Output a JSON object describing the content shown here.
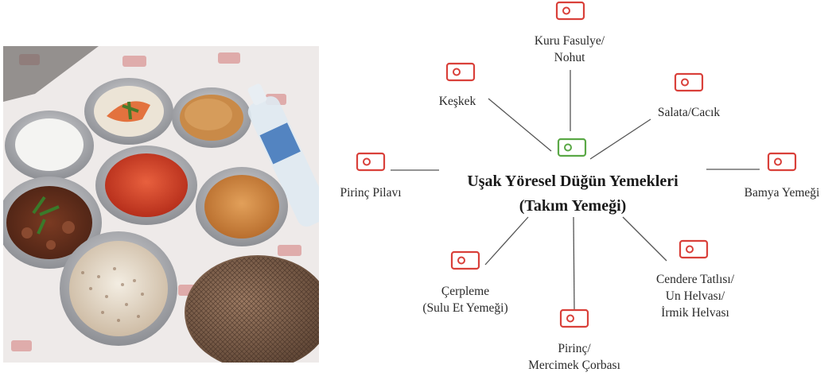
{
  "title": {
    "line1": "Uşak Yöresel Düğün Yemekleri",
    "line2": "(Takım Yemeği)"
  },
  "nodes": [
    {
      "id": "kuru-fasulye",
      "lines": [
        "Kuru Fasulye/",
        "Nohut"
      ]
    },
    {
      "id": "keskek",
      "lines": [
        "Keşkek"
      ]
    },
    {
      "id": "salata",
      "lines": [
        "Salata/Cacık"
      ]
    },
    {
      "id": "pirinc-pilavi",
      "lines": [
        "Pirinç Pilavı"
      ]
    },
    {
      "id": "bamya",
      "lines": [
        "Bamya Yemeği"
      ]
    },
    {
      "id": "cerpleme",
      "lines": [
        "Çerpleme",
        "(Sulu Et Yemeği)"
      ]
    },
    {
      "id": "cendere",
      "lines": [
        "Cendere Tatlısı/",
        "Un Helvası/",
        "İrmik Helvası"
      ]
    },
    {
      "id": "pirinc-corba",
      "lines": [
        "Pirinç/",
        "Mercimek Çorbası"
      ]
    }
  ],
  "colors": {
    "icon_red": "#d9403a",
    "icon_green": "#5aa846",
    "line": "#555555"
  },
  "photo": {
    "description_icon": "food-trays-photo"
  }
}
